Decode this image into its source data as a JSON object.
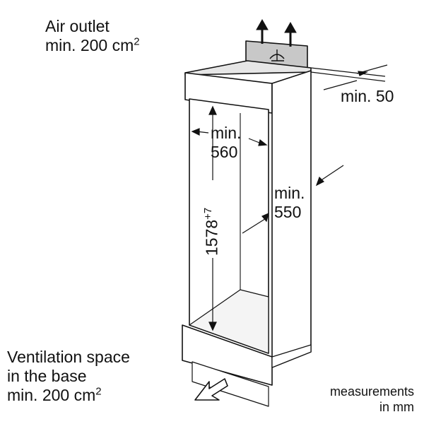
{
  "air_outlet": {
    "line1": "Air outlet",
    "line2": "min. 200 cm",
    "sup": "2"
  },
  "top_gap": {
    "label": "min. 50"
  },
  "width": {
    "line1": "min.",
    "line2": "560"
  },
  "depth": {
    "line1": "min.",
    "line2": "550"
  },
  "height": {
    "value": "1578",
    "tolerance": "+7"
  },
  "base_vent": {
    "line1": "Ventilation space",
    "line2": "in the base",
    "line3": "min. 200 cm",
    "sup": "2"
  },
  "units": {
    "line1": "measurements",
    "line2": "in mm"
  }
}
